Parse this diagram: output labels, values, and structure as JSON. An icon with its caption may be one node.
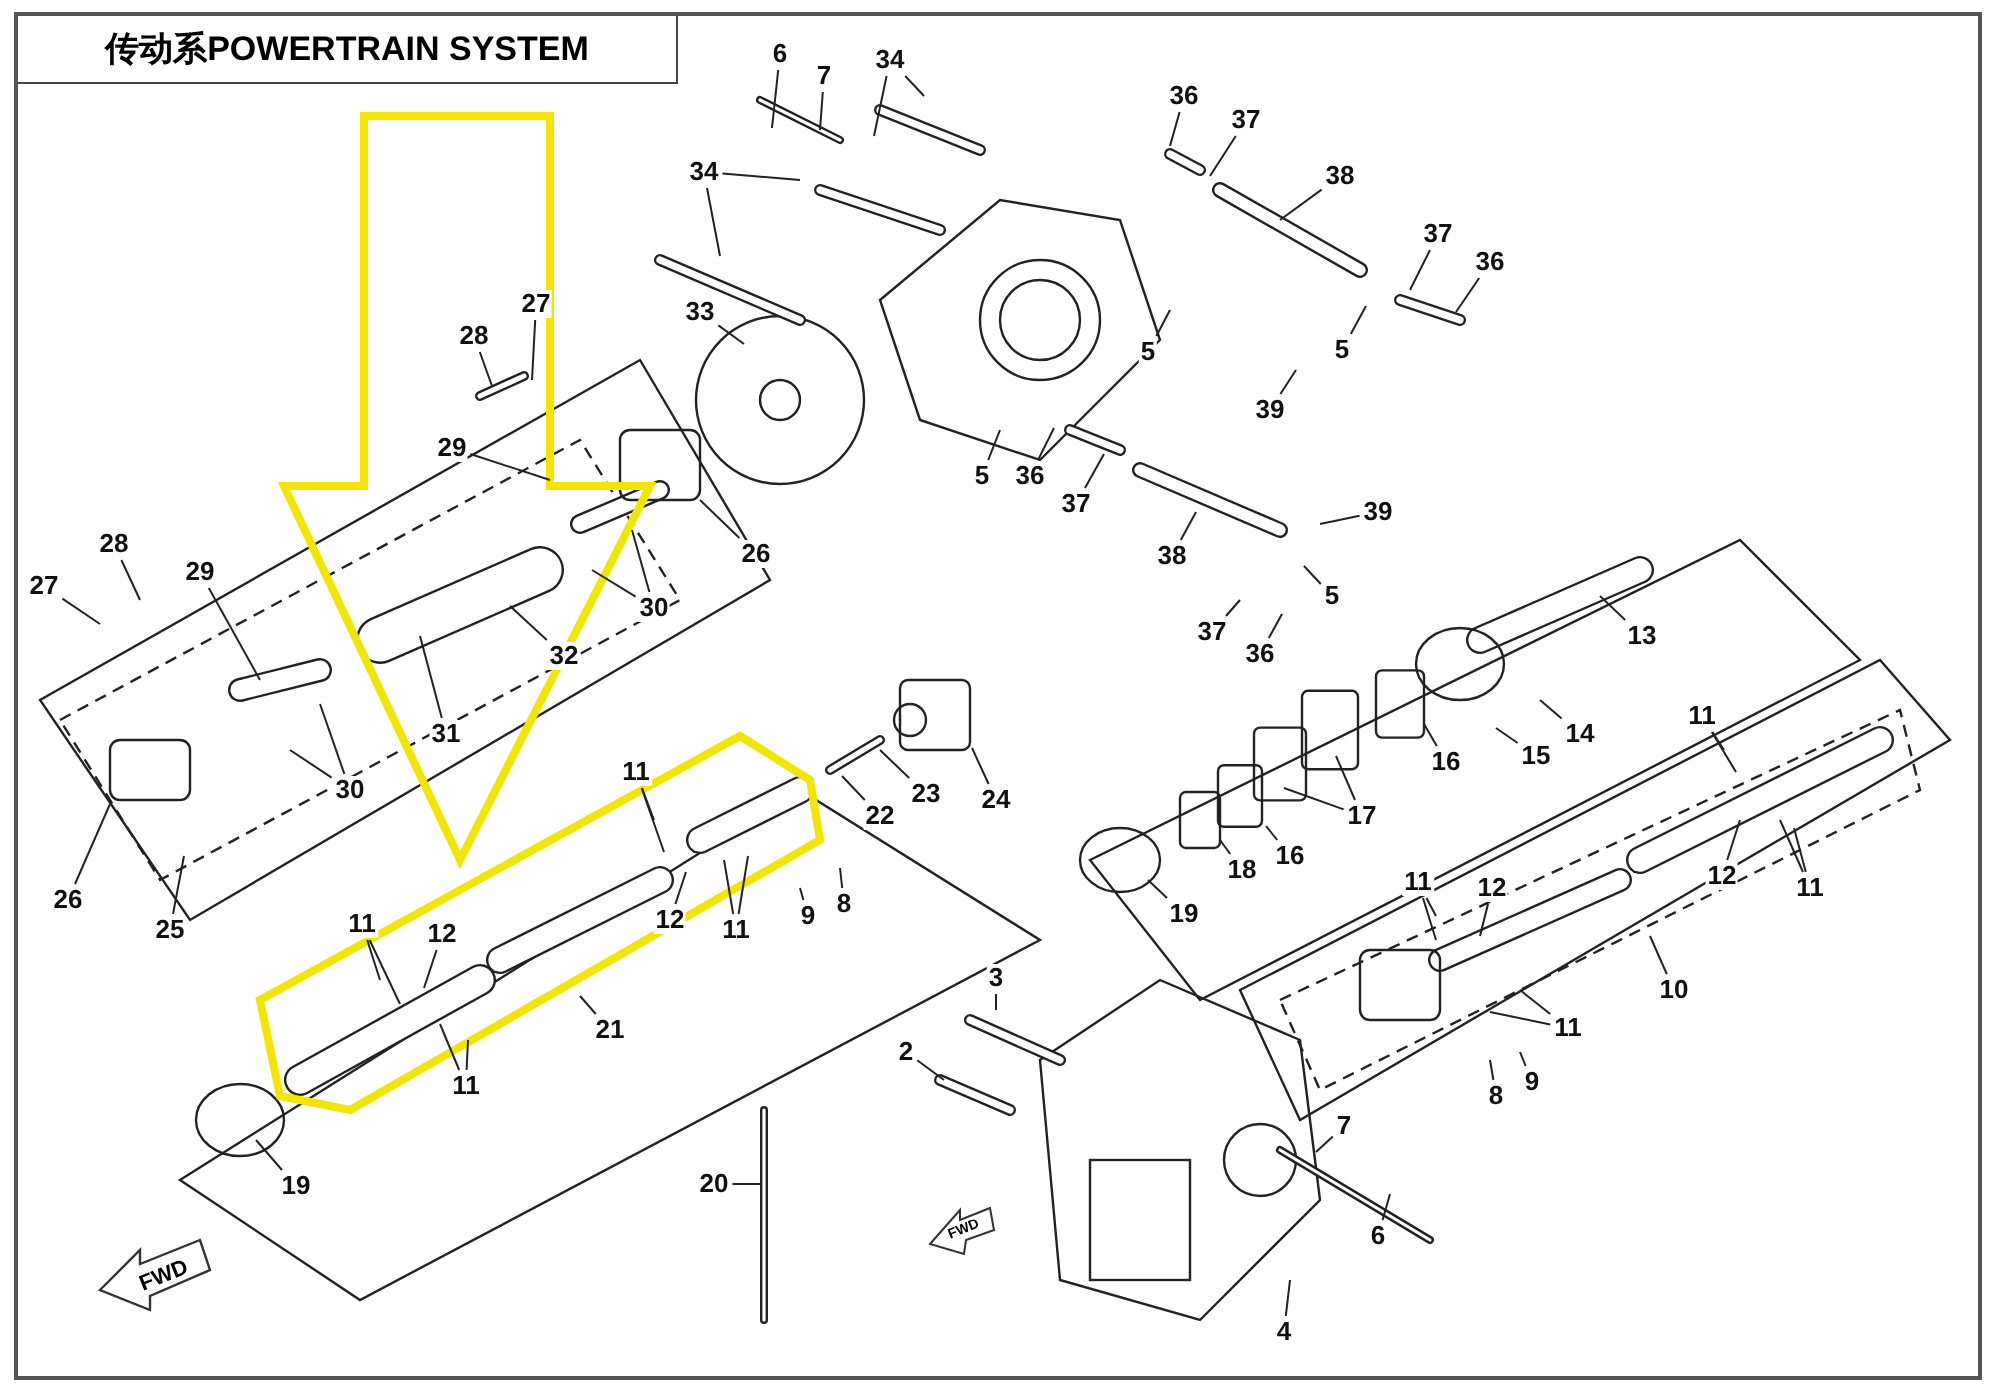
{
  "diagram": {
    "title": "传动系POWERTRAIN SYSTEM",
    "nodes": [
      {
        "text": [
          "6"
        ]
      },
      {
        "text": [
          "7"
        ]
      },
      {
        "text": [
          "34"
        ]
      },
      {
        "text": [
          "34"
        ]
      },
      {
        "text": [
          "33"
        ]
      },
      {
        "text": [
          "36"
        ]
      },
      {
        "text": [
          "37"
        ]
      },
      {
        "text": [
          "38"
        ]
      },
      {
        "text": [
          "37"
        ]
      },
      {
        "text": [
          "36"
        ]
      },
      {
        "text": [
          "5"
        ]
      },
      {
        "text": [
          "5"
        ]
      },
      {
        "text": [
          "39"
        ]
      },
      {
        "text": [
          "5"
        ]
      },
      {
        "text": [
          "36"
        ]
      },
      {
        "text": [
          "37"
        ]
      },
      {
        "text": [
          "38"
        ]
      },
      {
        "text": [
          "39"
        ]
      },
      {
        "text": [
          "5"
        ]
      },
      {
        "text": [
          "37"
        ]
      },
      {
        "text": [
          "36"
        ]
      },
      {
        "text": [
          "28"
        ]
      },
      {
        "text": [
          "27"
        ]
      },
      {
        "text": [
          "29"
        ]
      },
      {
        "text": [
          "26"
        ]
      },
      {
        "text": [
          "30"
        ]
      },
      {
        "text": [
          "28"
        ]
      },
      {
        "text": [
          "27"
        ]
      },
      {
        "text": [
          "29"
        ]
      },
      {
        "text": [
          "31"
        ]
      },
      {
        "text": [
          "32"
        ]
      },
      {
        "text": [
          "30"
        ]
      },
      {
        "text": [
          "26"
        ]
      },
      {
        "text": [
          "25"
        ]
      },
      {
        "text": [
          "11"
        ]
      },
      {
        "text": [
          "22"
        ]
      },
      {
        "text": [
          "23"
        ]
      },
      {
        "text": [
          "24"
        ]
      },
      {
        "text": [
          "12"
        ]
      },
      {
        "text": [
          "11"
        ]
      },
      {
        "text": [
          "12"
        ]
      },
      {
        "text": [
          "11"
        ]
      },
      {
        "text": [
          "9"
        ]
      },
      {
        "text": [
          "8"
        ]
      },
      {
        "text": [
          "21"
        ]
      },
      {
        "text": [
          "11"
        ]
      },
      {
        "text": [
          "19"
        ]
      },
      {
        "text": [
          "20"
        ]
      },
      {
        "text": [
          "13"
        ]
      },
      {
        "text": [
          "14"
        ]
      },
      {
        "text": [
          "15"
        ]
      },
      {
        "text": [
          "16"
        ]
      },
      {
        "text": [
          "17"
        ]
      },
      {
        "text": [
          "16"
        ]
      },
      {
        "text": [
          "18"
        ]
      },
      {
        "text": [
          "19"
        ]
      },
      {
        "text": [
          "11"
        ]
      },
      {
        "text": [
          "12"
        ]
      },
      {
        "text": [
          "11"
        ]
      },
      {
        "text": [
          "10"
        ]
      },
      {
        "text": [
          "11"
        ]
      },
      {
        "text": [
          "12"
        ]
      },
      {
        "text": [
          "11"
        ]
      },
      {
        "text": [
          "8"
        ]
      },
      {
        "text": [
          "9"
        ]
      },
      {
        "text": [
          "3"
        ]
      },
      {
        "text": [
          "2"
        ]
      },
      {
        "text": [
          "7"
        ]
      },
      {
        "text": [
          "6"
        ]
      },
      {
        "text": [
          "4"
        ]
      }
    ],
    "edges": [
      {
        "from": 0,
        "to": null,
        "arrow": "none"
      },
      {
        "from": 1,
        "to": null,
        "arrow": "none"
      },
      {
        "from": 2,
        "to": null,
        "arrow": "none"
      },
      {
        "from": 2,
        "to": null,
        "arrow": "none"
      },
      {
        "from": 3,
        "to": null,
        "arrow": "none"
      },
      {
        "from": 3,
        "to": null,
        "arrow": "none"
      },
      {
        "from": 4,
        "to": null,
        "arrow": "none"
      },
      {
        "from": 5,
        "to": null,
        "arrow": "none"
      },
      {
        "from": 6,
        "to": null,
        "arrow": "none"
      },
      {
        "from": 7,
        "to": null,
        "arrow": "none"
      },
      {
        "from": 8,
        "to": null,
        "arrow": "none"
      },
      {
        "from": 9,
        "to": null,
        "arrow": "none"
      },
      {
        "from": 10,
        "to": null,
        "arrow": "none"
      },
      {
        "from": 11,
        "to": null,
        "arrow": "none"
      },
      {
        "from": 12,
        "to": null,
        "arrow": "none"
      },
      {
        "from": 13,
        "to": null,
        "arrow": "none"
      },
      {
        "from": 14,
        "to": null,
        "arrow": "none"
      },
      {
        "from": 15,
        "to": null,
        "arrow": "none"
      },
      {
        "from": 16,
        "to": null,
        "arrow": "none"
      },
      {
        "from": 17,
        "to": null,
        "arrow": "none"
      },
      {
        "from": 18,
        "to": null,
        "arrow": "none"
      },
      {
        "from": 19,
        "to": null,
        "arrow": "none"
      },
      {
        "from": 20,
        "to": null,
        "arrow": "none"
      },
      {
        "from": 21,
        "to": null,
        "arrow": "none"
      },
      {
        "from": 22,
        "to": null,
        "arrow": "none"
      },
      {
        "from": 23,
        "to": null,
        "arrow": "none"
      },
      {
        "from": 24,
        "to": null,
        "arrow": "none"
      },
      {
        "from": 25,
        "to": null,
        "arrow": "none"
      },
      {
        "from": 25,
        "to": null,
        "arrow": "none"
      },
      {
        "from": 26,
        "to": null,
        "arrow": "none"
      },
      {
        "from": 27,
        "to": null,
        "arrow": "none"
      },
      {
        "from": 28,
        "to": null,
        "arrow": "none"
      },
      {
        "from": 29,
        "to": null,
        "arrow": "none"
      },
      {
        "from": 30,
        "to": null,
        "arrow": "none"
      },
      {
        "from": 31,
        "to": null,
        "arrow": "none"
      },
      {
        "from": 31,
        "to": null,
        "arrow": "none"
      },
      {
        "from": 32,
        "to": null,
        "arrow": "none"
      },
      {
        "from": 33,
        "to": null,
        "arrow": "none"
      },
      {
        "from": 34,
        "to": null,
        "arrow": "none"
      },
      {
        "from": 34,
        "to": null,
        "arrow": "none"
      },
      {
        "from": 35,
        "to": null,
        "arrow": "none"
      },
      {
        "from": 36,
        "to": null,
        "arrow": "none"
      },
      {
        "from": 37,
        "to": null,
        "arrow": "none"
      },
      {
        "from": 38,
        "to": null,
        "arrow": "none"
      },
      {
        "from": 39,
        "to": null,
        "arrow": "none"
      },
      {
        "from": 39,
        "to": null,
        "arrow": "none"
      },
      {
        "from": 40,
        "to": null,
        "arrow": "none"
      },
      {
        "from": 41,
        "to": null,
        "arrow": "none"
      },
      {
        "from": 41,
        "to": null,
        "arrow": "none"
      },
      {
        "from": 42,
        "to": null,
        "arrow": "none"
      },
      {
        "from": 43,
        "to": null,
        "arrow": "none"
      },
      {
        "from": 44,
        "to": null,
        "arrow": "none"
      },
      {
        "from": 45,
        "to": null,
        "arrow": "none"
      },
      {
        "from": 45,
        "to": null,
        "arrow": "none"
      },
      {
        "from": 46,
        "to": null,
        "arrow": "none"
      },
      {
        "from": 47,
        "to": null,
        "arrow": "none"
      },
      {
        "from": 48,
        "to": null,
        "arrow": "none"
      },
      {
        "from": 49,
        "to": null,
        "arrow": "none"
      },
      {
        "from": 50,
        "to": null,
        "arrow": "none"
      },
      {
        "from": 51,
        "to": null,
        "arrow": "none"
      },
      {
        "from": 52,
        "to": null,
        "arrow": "none"
      },
      {
        "from": 52,
        "to": null,
        "arrow": "none"
      },
      {
        "from": 53,
        "to": null,
        "arrow": "none"
      },
      {
        "from": 54,
        "to": null,
        "arrow": "none"
      },
      {
        "from": 55,
        "to": null,
        "arrow": "none"
      },
      {
        "from": 56,
        "to": null,
        "arrow": "none"
      },
      {
        "from": 56,
        "to": null,
        "arrow": "none"
      },
      {
        "from": 57,
        "to": null,
        "arrow": "none"
      },
      {
        "from": 58,
        "to": null,
        "arrow": "none"
      },
      {
        "from": 58,
        "to": null,
        "arrow": "none"
      },
      {
        "from": 59,
        "to": null,
        "arrow": "none"
      },
      {
        "from": 60,
        "to": null,
        "arrow": "none"
      },
      {
        "from": 60,
        "to": null,
        "arrow": "none"
      },
      {
        "from": 61,
        "to": null,
        "arrow": "none"
      },
      {
        "from": 62,
        "to": null,
        "arrow": "none"
      },
      {
        "from": 62,
        "to": null,
        "arrow": "none"
      },
      {
        "from": 63,
        "to": null,
        "arrow": "none"
      },
      {
        "from": 64,
        "to": null,
        "arrow": "none"
      },
      {
        "from": 65,
        "to": null,
        "arrow": "none"
      },
      {
        "from": 66,
        "to": null,
        "arrow": "none"
      },
      {
        "from": 67,
        "to": null,
        "arrow": "none"
      },
      {
        "from": 68,
        "to": null,
        "arrow": "none"
      },
      {
        "from": 69,
        "to": null,
        "arrow": "none"
      }
    ],
    "labels": [
      "FWD",
      "FWD"
    ]
  }
}
